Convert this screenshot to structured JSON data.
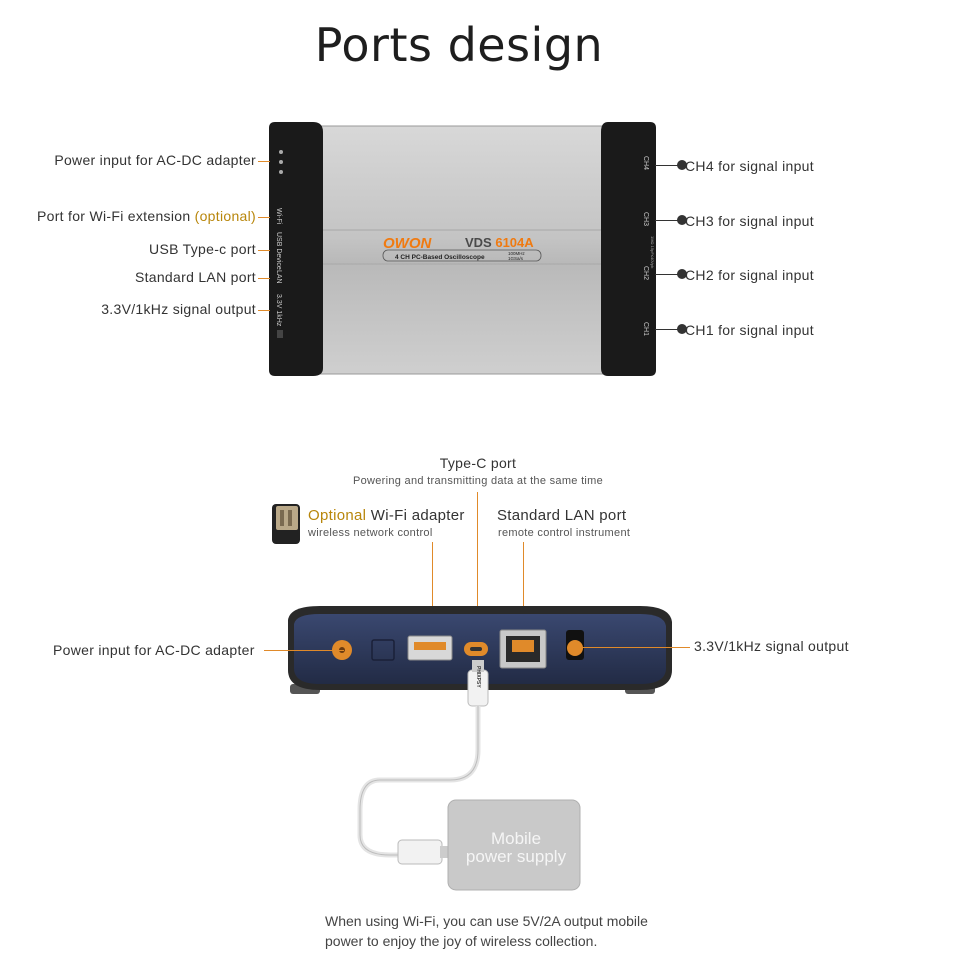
{
  "title": "Ports design",
  "device_top": {
    "brand": "OWON",
    "model_prefix": "VDS ",
    "model_suffix": "6104A",
    "subtitle": "4 CH PC-Based Oscilloscope",
    "spec_1": "100MHz",
    "spec_2": "1GSa/s",
    "left_side_labels": [
      "Wi-Fi",
      "USB Device",
      "LAN",
      "3.3V 1kHz"
    ],
    "right_side_labels": [
      "CH4",
      "CH3",
      "CH2",
      "CH1"
    ]
  },
  "left_callouts": {
    "power": "Power input for AC-DC adapter",
    "wifi_port": "Port for Wi-Fi extension ",
    "wifi_optional": "(optional)",
    "usb": "USB Type-c port",
    "lan": "Standard LAN port",
    "signal": "3.3V/1kHz signal output"
  },
  "right_callouts": {
    "ch4": "CH4 for signal input",
    "ch3": "CH3 for signal input",
    "ch2": "CH2 for signal input",
    "ch1": "CH1 for signal input"
  },
  "rear_view": {
    "typec_title": "Type-C port",
    "typec_sub": "Powering and transmitting data at the same time",
    "wifi_optional": "Optional",
    "wifi_title": " Wi-Fi adapter",
    "wifi_sub": "wireless network control",
    "lan_title": "Standard LAN port",
    "lan_sub": "remote control instrument",
    "power_label": "Power input for AC-DC adapter",
    "signal_label": "3.3V/1kHz signal output",
    "cable_brand": "PHIXPSY",
    "supply_line1": "Mobile",
    "supply_line2": "power supply"
  },
  "note": {
    "line1": "When using Wi-Fi, you can use 5V/2A output mobile",
    "line2": "power to enjoy the joy of wireless collection."
  },
  "colors": {
    "accent": "#e08a2a",
    "optional_text": "#b8860b",
    "body_grey": "#c8c8c8",
    "rear_navy": "#2e3a5c"
  }
}
